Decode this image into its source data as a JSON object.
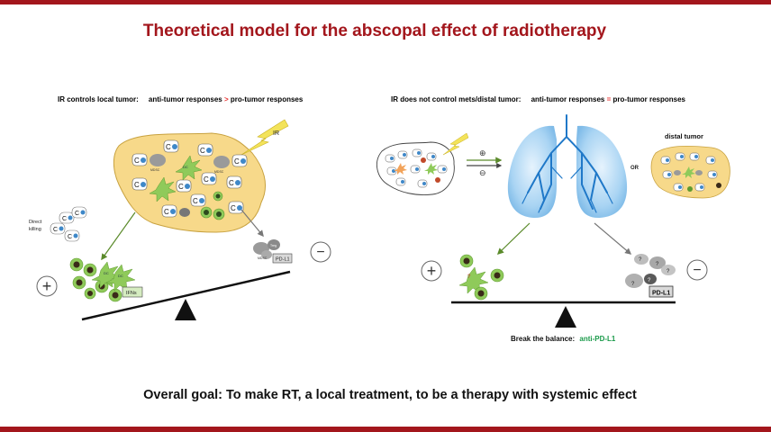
{
  "title": "Theoretical model for the abscopal effect of radiotherapy",
  "left_panel": {
    "header_prefix": "IR controls local tumor:",
    "header_anti": "anti-tumor responses",
    "header_op": ">",
    "header_pro": "pro-tumor responses",
    "ir_label": "IR",
    "direct_killing_line1": "Direct",
    "direct_killing_line2": "killing",
    "ifn_label": "IFNs",
    "pdl1_label": "PD-L1",
    "cell_c": "C",
    "dc_label": "DC",
    "mdsc_label": "MDSC",
    "treg_label": "Treg",
    "plus_symbol": "+",
    "minus_symbol": "−"
  },
  "right_panel": {
    "header_prefix": "IR does not control mets/distal tumor:",
    "header_anti": "anti-tumor responses",
    "header_op": "=",
    "header_pro": "pro-tumor responses",
    "arrow_plus": "⊕",
    "arrow_minus": "⊖",
    "or_label": "OR",
    "distal_label": "distal tumor",
    "pdl1_label": "PD-L1",
    "question": "?",
    "break_prefix": "Break the balance:",
    "break_drug": "anti-PD-L1",
    "plus_symbol": "+",
    "minus_symbol": "−"
  },
  "colors": {
    "brand_red": "#a3161c",
    "highlight_red": "#e8312f",
    "highlight_green": "#1a9a4a",
    "tumor_fill": "#f7d98a",
    "lung_blue": "#8fc7ef",
    "immune_green": "#8fca5a"
  },
  "overall_goal": "Overall goal: To make RT, a local treatment, to be a therapy with systemic effect"
}
